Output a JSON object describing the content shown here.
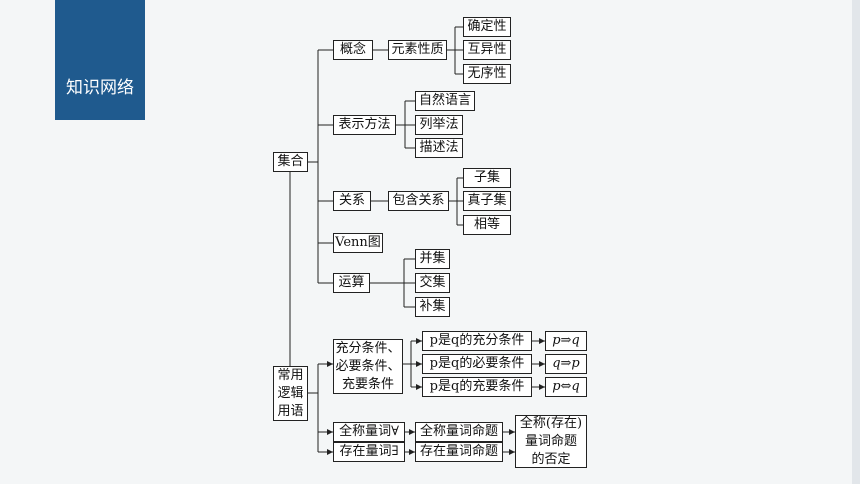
{
  "header": {
    "badge": "知识网络"
  },
  "tree": {
    "set": "集合",
    "concept": "概念",
    "element_property": "元素性质",
    "properties": [
      "确定性",
      "互异性",
      "无序性"
    ],
    "representation": "表示方法",
    "rep_methods": [
      "自然语言",
      "列举法",
      "描述法"
    ],
    "relation": "关系",
    "inclusion": "包含关系",
    "inclusion_types": [
      "子集",
      "真子集",
      "相等"
    ],
    "venn": "Venn图",
    "operation": "运算",
    "operations": [
      "并集",
      "交集",
      "补集"
    ],
    "logic_lines": [
      "常用",
      "逻辑",
      "用语"
    ],
    "conditions_lines": [
      "充分条件、",
      "必要条件、",
      "充要条件"
    ],
    "conditions": [
      "p是q的充分条件",
      "p是q的必要条件",
      "p是q的充要条件"
    ],
    "symbols": [
      "p⇒q",
      "q⇒p",
      "p⇔q"
    ],
    "universal": "全称量词∀",
    "existential": "存在量词∃",
    "universal_prop": "全称量词命题",
    "existential_prop": "存在量词命题",
    "negation_lines": [
      "全称(存在)",
      "量词命题",
      "的否定"
    ]
  }
}
